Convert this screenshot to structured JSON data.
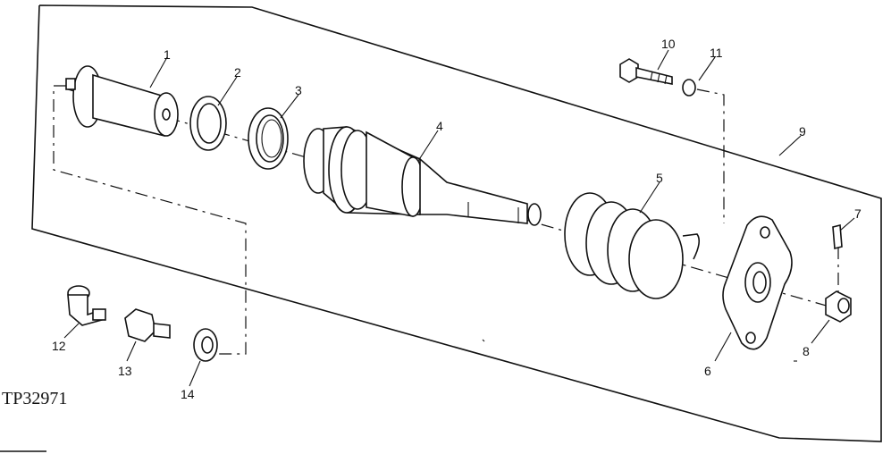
{
  "figure_ref": "TP32971",
  "callouts": [
    {
      "num": "1"
    },
    {
      "num": "2"
    },
    {
      "num": "3"
    },
    {
      "num": "4"
    },
    {
      "num": "5"
    },
    {
      "num": "6"
    },
    {
      "num": "7"
    },
    {
      "num": "8"
    },
    {
      "num": "9"
    },
    {
      "num": "10"
    },
    {
      "num": "11"
    },
    {
      "num": "12"
    },
    {
      "num": "13"
    },
    {
      "num": "14"
    }
  ]
}
